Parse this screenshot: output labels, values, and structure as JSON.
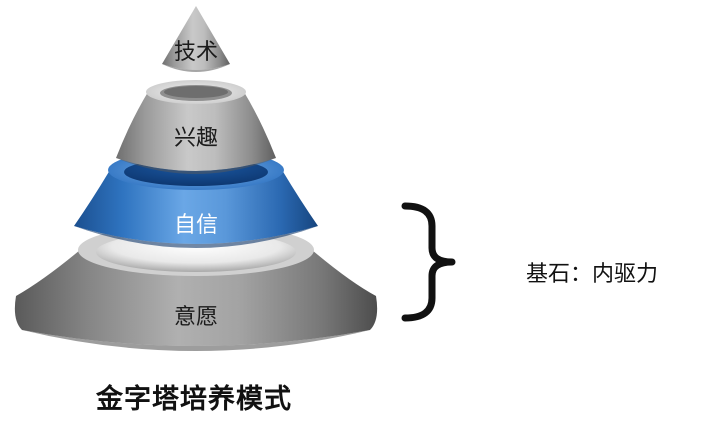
{
  "diagram": {
    "caption": "金字塔培养模式",
    "tiers": [
      {
        "label": "技术"
      },
      {
        "label": "兴趣"
      },
      {
        "label": "自信"
      },
      {
        "label": "意愿"
      }
    ],
    "brace_note": "基石：内驱力",
    "colors": {
      "gray_tier": "#b4b4b4",
      "blue_tier": "#2b73c2",
      "text": "#111111"
    }
  }
}
